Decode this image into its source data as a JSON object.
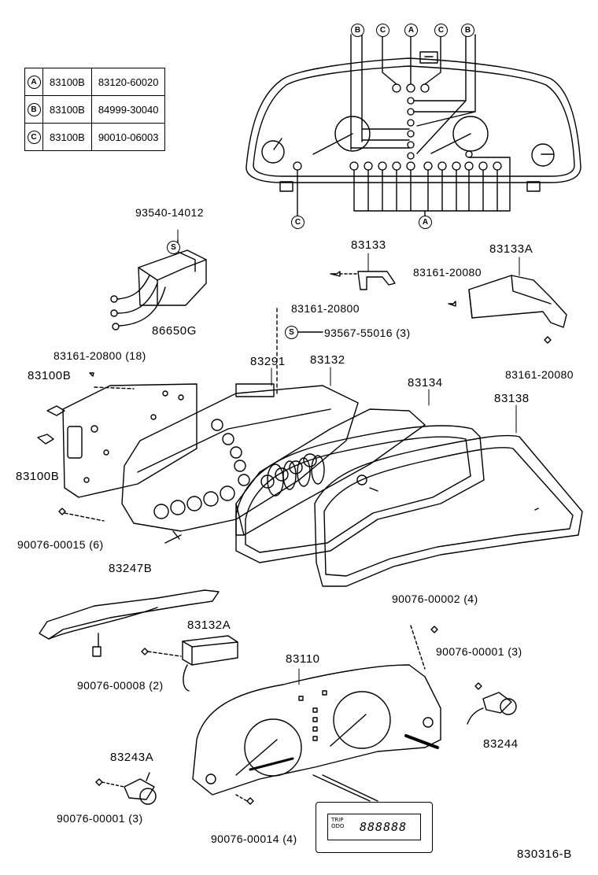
{
  "legend": [
    {
      "key": "A",
      "col1": "83100B",
      "col2": "83120-60020"
    },
    {
      "key": "B",
      "col1": "83100B",
      "col2": "84999-30040"
    },
    {
      "key": "C",
      "col1": "83100B",
      "col2": "90010-06003"
    }
  ],
  "top_keys": {
    "b1": "B",
    "c1": "C",
    "a1": "A",
    "c2": "C",
    "b2": "B",
    "c_bottom": "C",
    "a_bottom": "A"
  },
  "labels": {
    "p93540": "93540-14012",
    "p86650g": "86650G",
    "s1": "S",
    "p83133": "83133",
    "p83161_a": "83161-20800",
    "p83133a": "83133A",
    "p83161_b": "83161-20080",
    "p83161_c": "83161-20080",
    "s2": "S",
    "p93567": "93567-55016 (3)",
    "p83161_18": "83161-20800 (18)",
    "p83100b_1": "83100B",
    "p83100b_2": "83100B",
    "p83291": "83291",
    "p83132": "83132",
    "p83134": "83134",
    "p83138": "83138",
    "p90076_15": "90076-00015 (6)",
    "p83247b": "83247B",
    "p90076_02": "90076-00002 (4)",
    "p83132a": "83132A",
    "p90076_08": "90076-00008 (2)",
    "p83110": "83110",
    "p90076_01a": "90076-00001 (3)",
    "p83244": "83244",
    "p83243a": "83243A",
    "p90076_01b": "90076-00001 (3)",
    "p90076_14": "90076-00014 (4)",
    "diagram_code": "830316-B"
  },
  "lcd": {
    "small_top": "TRIP",
    "small_bottom": "ODO",
    "digits": "888888"
  }
}
